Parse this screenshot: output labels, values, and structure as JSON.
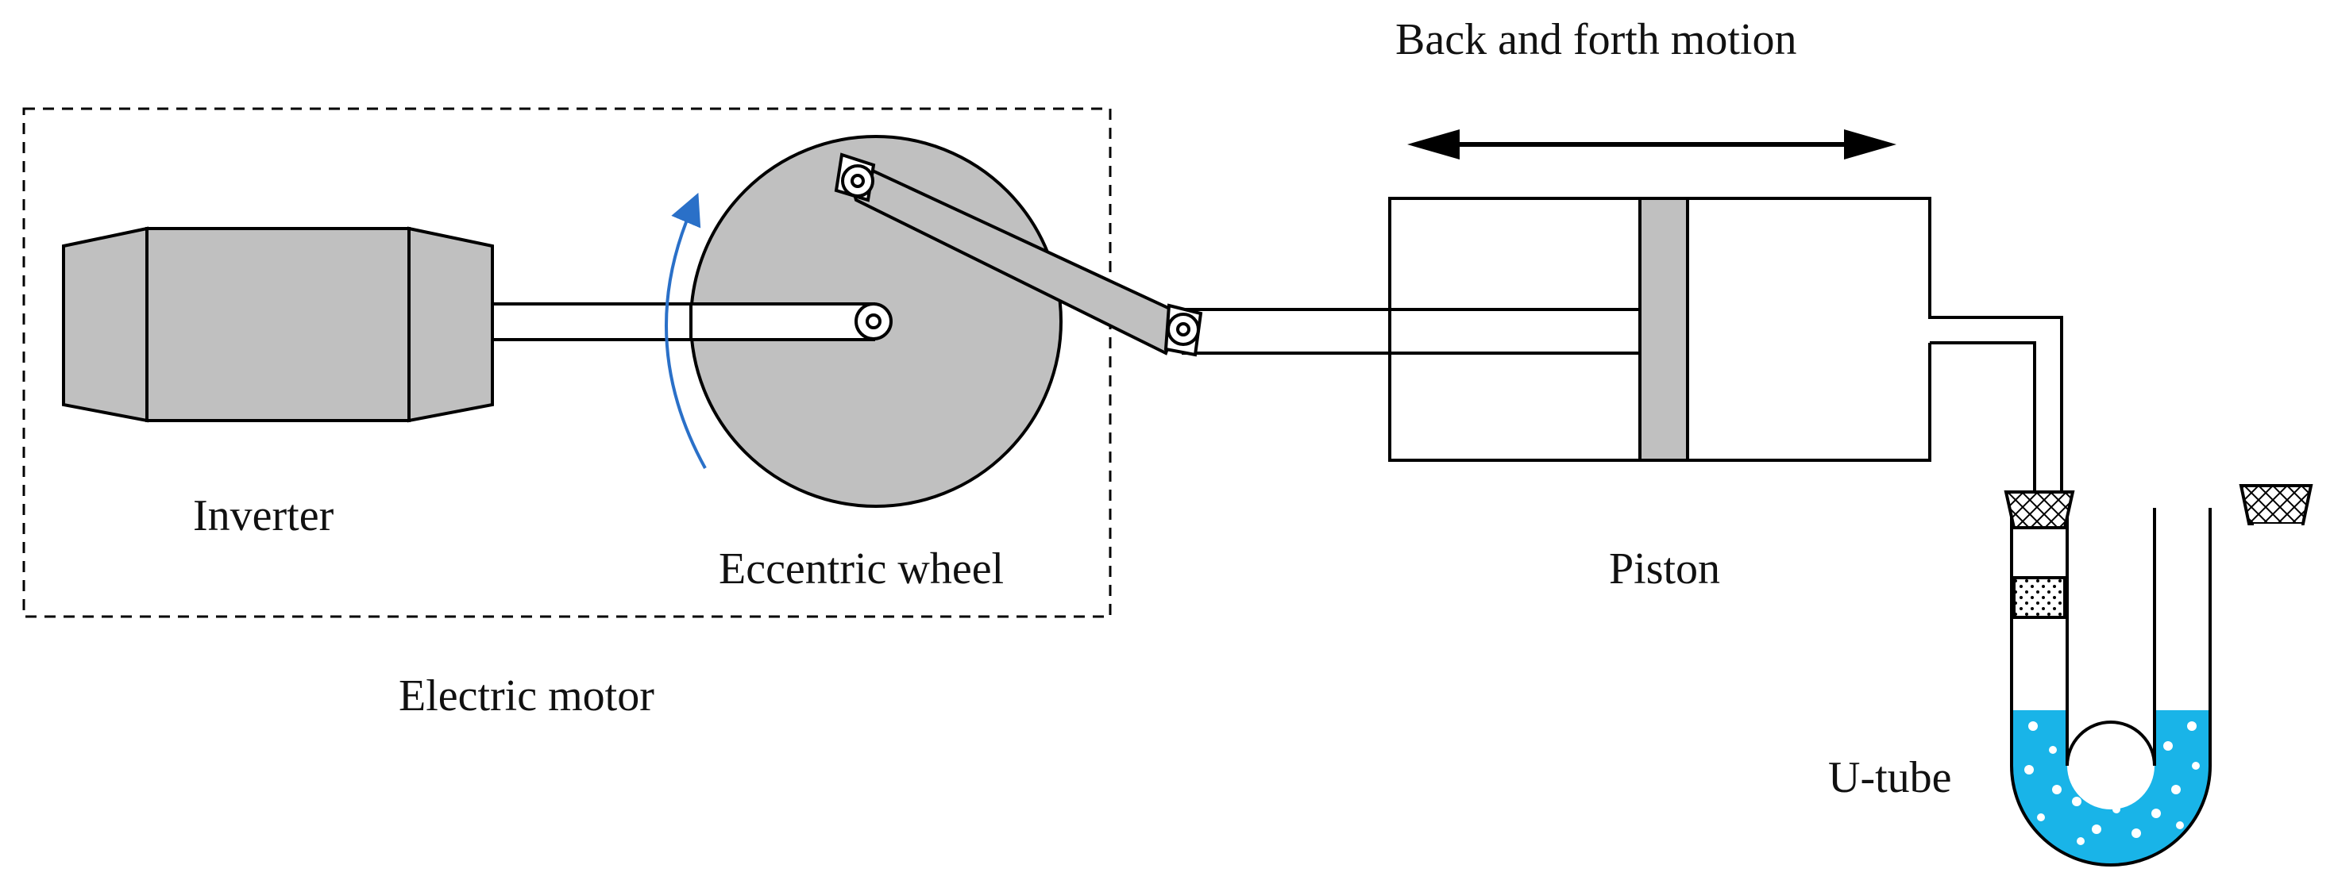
{
  "labels": {
    "inverter": "Inverter",
    "eccentric_wheel": "Eccentric wheel",
    "electric_motor": "Electric motor",
    "motion": "Back and forth motion",
    "piston": "Piston",
    "u_tube": "U-tube"
  },
  "colors": {
    "stroke": "#000000",
    "motor_fill": "#c0c0c0",
    "wheel_fill": "#c0c0c0",
    "piston_fill": "#c0c0c0",
    "rotation_arrow": "#2a70c8",
    "liquid": "#19b4e8"
  }
}
